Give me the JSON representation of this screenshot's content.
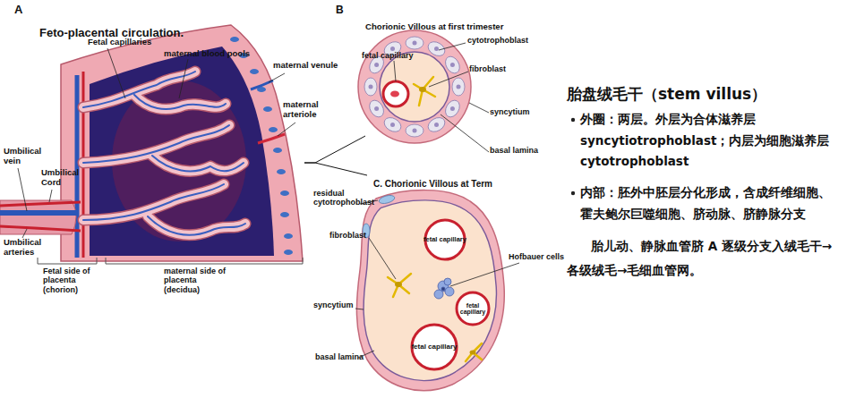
{
  "diagram": {
    "nodes": [
      {
        "text": [
          "A",
          "Feto-placental circulation."
        ]
      },
      {
        "text": [
          "B",
          "Chorionic Villous at first trimester"
        ]
      },
      {
        "text": [
          "C. Chorionic Villous at Term"
        ]
      },
      {
        "text": [
          "fetal capillary"
        ],
        "in": 2
      },
      {
        "text": [
          "fetal capillary"
        ],
        "in": 2
      },
      {
        "text": [
          "fetal capillary"
        ],
        "in": 2
      }
    ],
    "edges": [
      {
        "from": 0,
        "to": 1,
        "arrow": "none"
      },
      {
        "from": 0,
        "to": 2,
        "arrow": "none"
      }
    ],
    "labels": [
      "Fetal capillaries",
      "maternal blood pools",
      "maternal venule",
      "maternal arteriole",
      "Umbilical vein",
      "Umbilical Cord",
      "Umbilical arteries",
      "Fetal side of placenta (chorion)",
      "maternal side of placenta (decidua)",
      "fetal capillary",
      "cytotrophoblast",
      "fibroblast",
      "syncytium",
      "basal lamina",
      "residual cytotrophoblast",
      "fibroblast",
      "Hofbauer cells",
      "syncytium",
      "basal lamina",
      "胎盘绒毛干（stem villus）",
      "外圈：两层。外层为合体滋养层 syncytiotrophoblast；内层为细胞滋养层 cytotrophoblast",
      "内部：胚外中胚层分化形成，含成纤维细胞、霍夫鲍尔巨噬细胞、脐动脉、脐静脉分支",
      "胎儿动、静脉血管脐 A 逐级分支入绒毛干→各级绒毛→毛细血管网。"
    ]
  }
}
